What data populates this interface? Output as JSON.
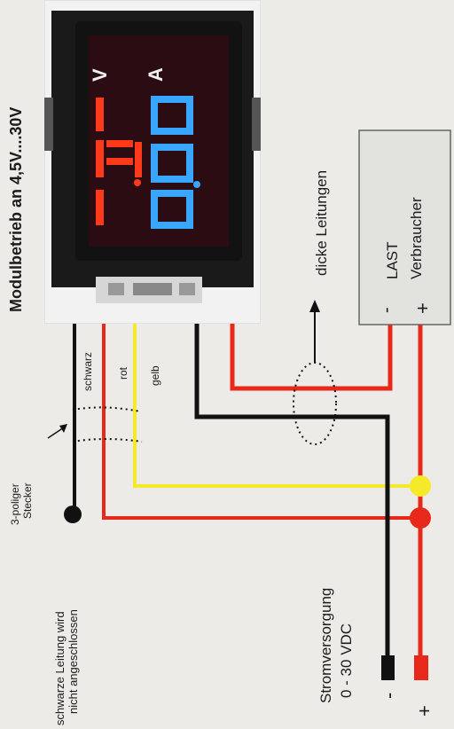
{
  "title": "Modulbetrieb an 4,5V....30V",
  "connector": {
    "label_line1": "3-poliger",
    "label_line2": "Stecker"
  },
  "black_wire_note": {
    "line1": "schwarze Leitung wird",
    "line2": "nicht angeschlossen"
  },
  "wire_labels": {
    "black": "schwarz",
    "red": "rot",
    "yellow": "gelb"
  },
  "thick_wires_label": "dicke Leitungen",
  "load": {
    "minus": "-",
    "plus": "+",
    "title": "LAST",
    "subtitle": "Verbraucher"
  },
  "supply": {
    "label_line1": "Stromversorgung",
    "label_line2": "0 - 30 VDC",
    "minus": "-",
    "plus": "+"
  },
  "colors": {
    "red_wire": "#e8281b",
    "yellow_wire": "#f5ea2a",
    "black_wire": "#111111",
    "display_red": "#ff3a1a",
    "display_blue": "#38a6ff"
  }
}
